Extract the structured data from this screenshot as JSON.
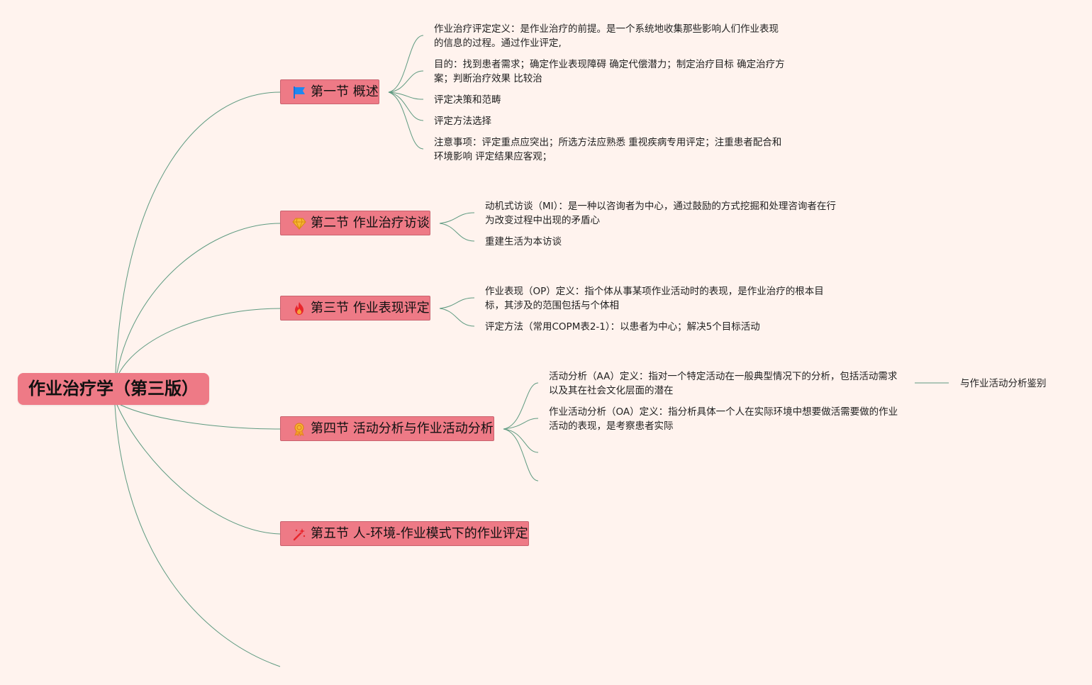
{
  "root": {
    "label": "作业治疗学（第三版）"
  },
  "sections": [
    {
      "label": "第一节 概述",
      "icon": "blue-flag-icon",
      "items": [
        "作业治疗评定定义：是作业治疗的前提。是一个系统地收集那些影响人们作业表现的信息的过程。通过作业评定,",
        "目的：找到患者需求；确定作业表现障碍 确定代偿潜力；制定治疗目标 确定治疗方案；判断治疗效果 比较治",
        "评定决策和范畴",
        "评定方法选择",
        "注意事项：评定重点应突出；所选方法应熟悉 重视疾病专用评定；注重患者配合和环境影响 评定结果应客观；"
      ]
    },
    {
      "label": "第二节 作业治疗访谈",
      "icon": "diamond-icon",
      "items": [
        "动机式访谈（MI）：是一种以咨询者为中心，通过鼓励的方式挖掘和处理咨询者在行为改变过程中出现的矛盾心",
        "重建生活为本访谈"
      ]
    },
    {
      "label": "第三节 作业表现评定",
      "icon": "fire-icon",
      "items": [
        "作业表现（OP）定义：指个体从事某项作业活动时的表现，是作业治疗的根本目标，其涉及的范围包括与个体相",
        "评定方法（常用COPM表2-1）：以患者为中心；解决5个目标活动"
      ]
    },
    {
      "label": "第四节 活动分析与作业活动分析",
      "icon": "medal-icon",
      "items": [
        "活动分析（AA）定义：指对一个特定活动在一般典型情况下的分析，包括活动需求以及其在社会文化层面的潜在",
        "作业活动分析（OA）定义：指分析具体一个人在实际环境中想要做活需要做的作业活动的表现，是考察患者实际"
      ],
      "sub_item": "与作业活动分析鉴别"
    },
    {
      "label": "第五节 人-环境-作业模式下的作业评定",
      "icon": "magic-wand-icon",
      "items": []
    }
  ],
  "colors": {
    "background": "#fff3ee",
    "node_fill": "#ee7a86",
    "link": "#5e9a80"
  }
}
